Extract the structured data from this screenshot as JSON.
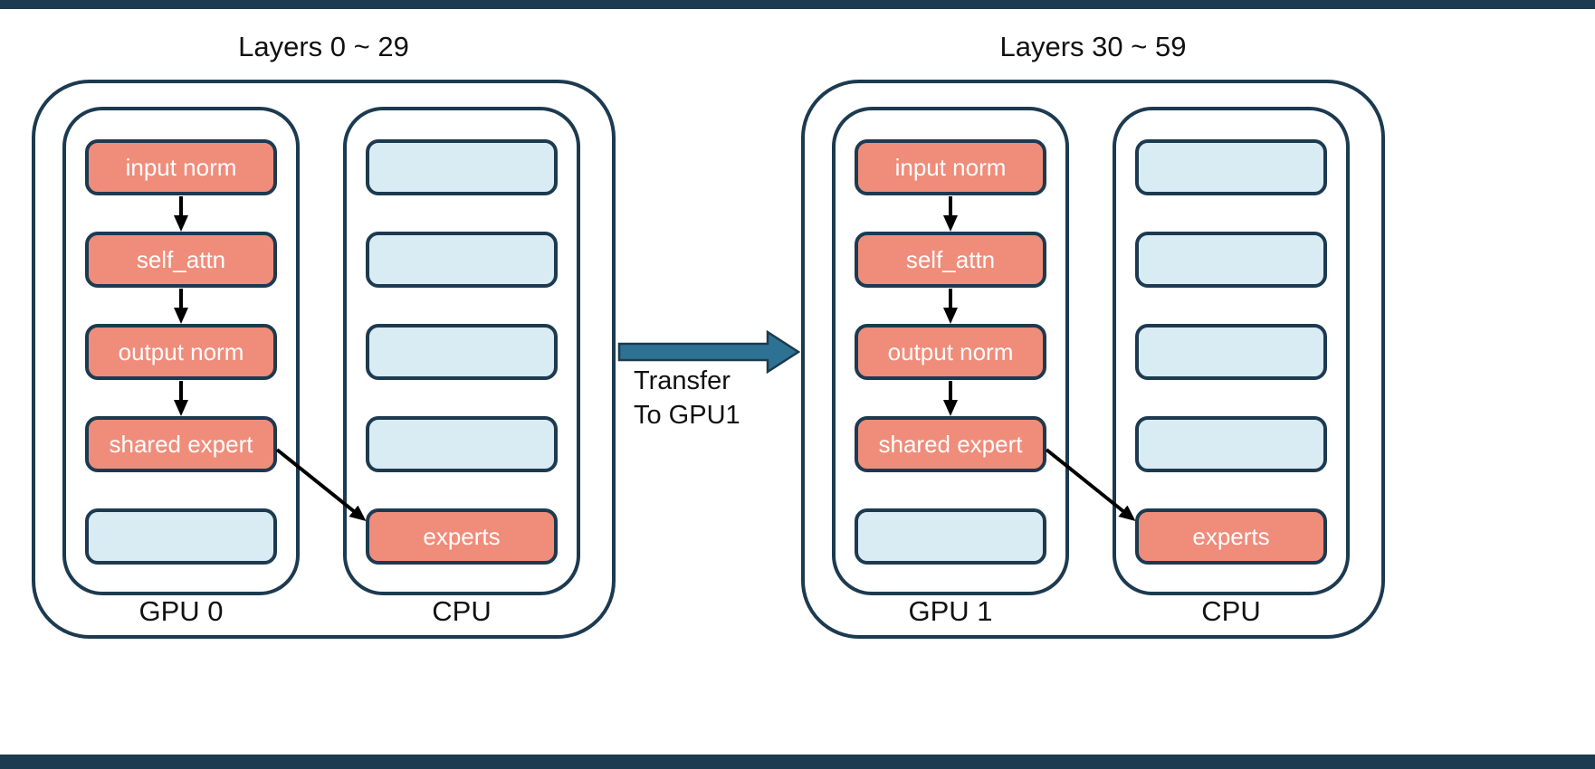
{
  "colors": {
    "navy": "#1C3A50",
    "salmon": "#F08C7A",
    "blue": "#D9EBF3",
    "arrow": "#2E7293"
  },
  "transfer": {
    "line1": "Transfer",
    "line2": "To GPU1"
  },
  "groups": [
    {
      "title": "Layers 0 ~ 29",
      "gpu": {
        "label": "GPU 0",
        "boxes": [
          "input norm",
          "self_attn",
          "output norm",
          "shared expert",
          ""
        ]
      },
      "cpu": {
        "label": "CPU",
        "boxes": [
          "",
          "",
          "",
          "",
          "experts"
        ]
      }
    },
    {
      "title": "Layers 30 ~ 59",
      "gpu": {
        "label": "GPU 1",
        "boxes": [
          "input norm",
          "self_attn",
          "output norm",
          "shared expert",
          ""
        ]
      },
      "cpu": {
        "label": "CPU",
        "boxes": [
          "",
          "",
          "",
          "",
          "experts"
        ]
      }
    }
  ]
}
